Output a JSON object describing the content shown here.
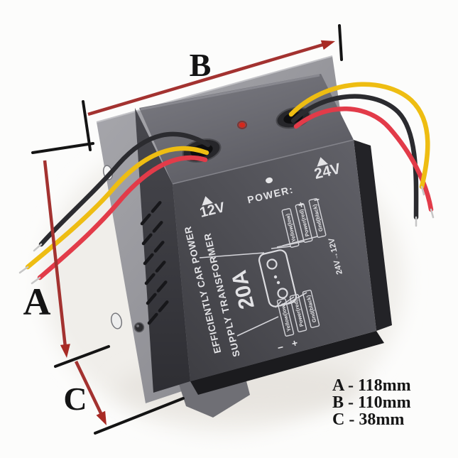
{
  "annotations": {
    "dimension_letters": {
      "a": "A",
      "b": "B",
      "c": "C"
    },
    "measurements": [
      "A - 118mm",
      "B - 110mm",
      "C - 38mm"
    ],
    "dimension_line_color": "#a33230",
    "arrowhead_color": "#a82a24",
    "tick_color": "#141414"
  },
  "panel": {
    "output_voltage": "12V",
    "power_label": "POWER:",
    "input_voltage": "24V",
    "brand_line1": "EFFICIENTLY CAR POWER",
    "brand_line2": "SUPPLY TRANSFORMER",
    "current_rating": "20A",
    "conversion": "24V→12V",
    "plus_sign": "+",
    "minus_sign": "−",
    "wire_labels_top": [
      "Yellow(low)",
      "Power(red)",
      "Gnd(black)"
    ],
    "wire_labels_bottom": [
      "Yellow(low)",
      "Power(red)",
      "Gnd(black)"
    ]
  },
  "colors": {
    "wire_yellow": "#eebd12",
    "wire_red": "#e23b49",
    "wire_black": "#2b2b2f",
    "led_red": "#d4281c"
  }
}
